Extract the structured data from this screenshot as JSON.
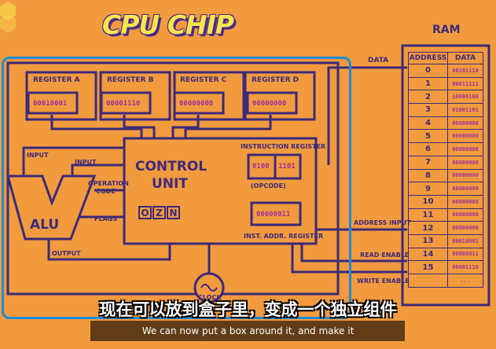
{
  "title": "CPU CHIP",
  "ram_title": "RAM",
  "data_label": "DATA",
  "registers": [
    {
      "label": "REGISTER A",
      "value": "00010001"
    },
    {
      "label": "REGISTER B",
      "value": "00001110"
    },
    {
      "label": "REGISTER C",
      "value": "00000000"
    },
    {
      "label": "REGISTER D",
      "value": "00000000"
    }
  ],
  "control_unit": {
    "label_line1": "CONTROL",
    "label_line2": "UNIT"
  },
  "instruction_register": {
    "label": "INSTRUCTION REGISTER",
    "opcode": "0100",
    "operand": "1101",
    "sublabel": "(OPCODE)"
  },
  "inst_addr_register": {
    "label": "INST. ADDR. REGISTER",
    "value": "00000011"
  },
  "flags": [
    "O",
    "Z",
    "N"
  ],
  "alu": {
    "label": "ALU",
    "input": "INPUT",
    "input2": "INPUT",
    "operation_code_1": "OPERATION",
    "operation_code_2": "CODE",
    "flags": "FLAGS",
    "output": "OUTPUT"
  },
  "clock": "CLOCK",
  "signals": {
    "address_input": "ADDRESS INPUT",
    "read_enable": "READ ENABLE",
    "write_enable": "WRITE ENABLE"
  },
  "ram_table": {
    "headers": [
      "ADDRESS",
      "DATA"
    ],
    "rows": [
      {
        "address": "0",
        "data": "00101110"
      },
      {
        "address": "1",
        "data": "00011111"
      },
      {
        "address": "2",
        "data": "10000100"
      },
      {
        "address": "3",
        "data": "01001101"
      },
      {
        "address": "4",
        "data": "00000000"
      },
      {
        "address": "5",
        "data": "00000000"
      },
      {
        "address": "6",
        "data": "00000000"
      },
      {
        "address": "7",
        "data": "00000000"
      },
      {
        "address": "8",
        "data": "00000000"
      },
      {
        "address": "9",
        "data": "00000000"
      },
      {
        "address": "10",
        "data": "00000000"
      },
      {
        "address": "11",
        "data": "00000000"
      },
      {
        "address": "12",
        "data": "00000000"
      },
      {
        "address": "13",
        "data": "00010001"
      },
      {
        "address": "14",
        "data": "00000011"
      },
      {
        "address": "15",
        "data": "00001110"
      }
    ],
    "ellipsis": "..."
  },
  "subtitle_cn": "现在可以放到盒子里，变成一个独立组件",
  "subtitle_en": "We can now put a box around it, and make it"
}
